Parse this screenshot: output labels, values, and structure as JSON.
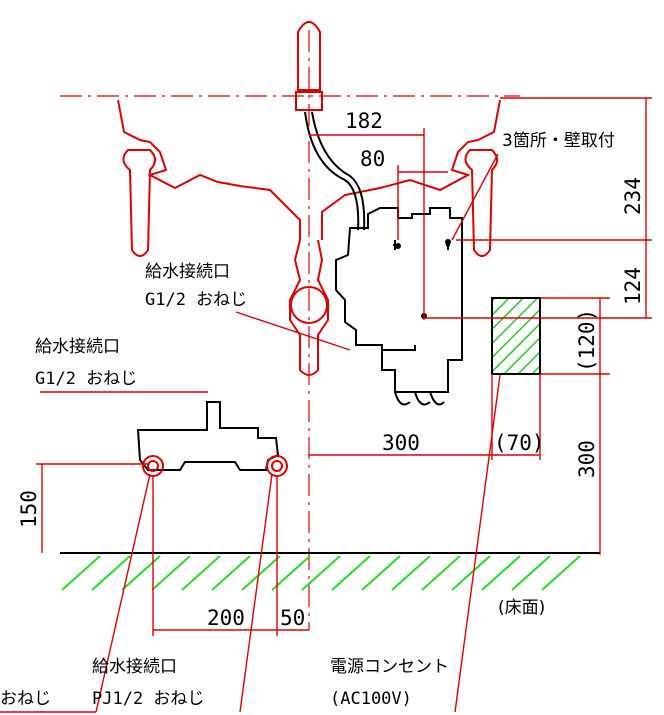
{
  "dimensions": {
    "d182": "182",
    "d80": "80",
    "d234": "234",
    "d124": "124",
    "d120": "(120)",
    "d300_h": "300",
    "d70": "(70)",
    "d300_v": "300",
    "d150": "150",
    "d200": "200",
    "d50": "50"
  },
  "labels": {
    "wall_mount": "3箇所・壁取付",
    "supply_1_title": "給水接続口",
    "supply_1_spec": "G1/2 おねじ",
    "supply_2_title": "給水接続口",
    "supply_2_spec": "G1/2 おねじ",
    "supply_3_title": "給水接続口",
    "supply_3_spec": "PJ1/2 おねじ",
    "left_cut": "おねじ",
    "floor": "(床面)",
    "outlet_title": "電源コンセント",
    "outlet_spec": "(AC100V)"
  },
  "colors": {
    "fixture": "#e00000",
    "outline": "#000000",
    "floor_hatch": "#22dd22",
    "outlet_hatch": "#22cc22"
  }
}
